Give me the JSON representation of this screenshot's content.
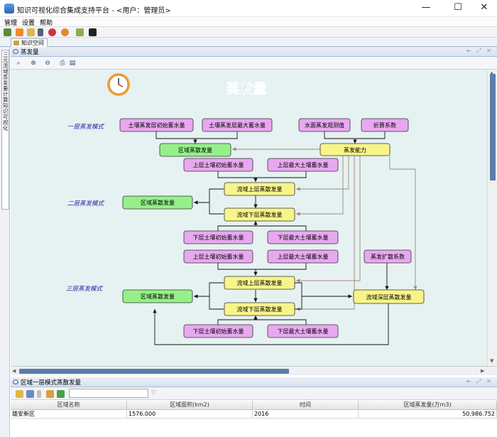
{
  "window": {
    "title": "知识可视化综合集成支持平台 - <用户：管理员>",
    "controls": {
      "minimize": "—",
      "maximize": "☐",
      "close": "✕"
    }
  },
  "menu": {
    "items": [
      "管理",
      "设置",
      "帮助"
    ]
  },
  "tabs": {
    "main": "知识空间"
  },
  "left_panel": {
    "label": "三元流域蒸发量计算知识可视化"
  },
  "diagram_panel": {
    "title": "蒸发量"
  },
  "diagram": {
    "title": "蒸发量",
    "modes": {
      "one": "一层蒸发模式",
      "two": "二层蒸发模式",
      "three": "三层蒸发模式"
    },
    "nodes": {
      "r1_soil_init": "土壤蒸发层初始蓄水量",
      "r1_soil_max": "土壤蒸发层最大蓄水量",
      "r1_obs": "水面蒸发观测值",
      "r1_coef": "折算系数",
      "r1_region": "区域蒸散发量",
      "r1_capacity": "蒸发能力",
      "r2_upper_init": "上层土壤初始蓄水量",
      "r2_upper_max": "上层最大土壤蓄水量",
      "r2_basin_upper": "流域上层蒸散发量",
      "r2_region": "区域蒸散发量",
      "r2_basin_lower": "流域下层蒸散发量",
      "r2_lower_init": "下层土壤初始蓄水量",
      "r2_lower_max": "下层最大土壤蓄水量",
      "r3_upper_init": "上层土壤初始蓄水量",
      "r3_upper_max": "上层最大土壤蓄水量",
      "r3_diffusion": "蒸发扩散系数",
      "r3_basin_upper": "流域上层蒸散发量",
      "r3_region": "区域蒸散发量",
      "r3_basin_deep": "流域深层蒸散发量",
      "r3_basin_lower": "流域下层蒸散发量",
      "r3_lower_init": "下层土壤初始蓄水量",
      "r3_lower_max": "下层最大土壤蓄水量"
    },
    "colors": {
      "canvas": "#e6f1f1",
      "input_node": "#e8a8f0",
      "process_node": "#f8f48a",
      "output_node": "#96f08a",
      "title_text": "#2a6a9a",
      "mode_text": "#1a1aa0",
      "arrow": "#111111",
      "feedback_arrow": "#a08a78"
    }
  },
  "bottom_panel": {
    "title": "区域一层模式蒸散发量",
    "filter_value": "",
    "columns": [
      "区域名称",
      "区域面积(km2)",
      "时间",
      "区域蒸发量(万m3)"
    ],
    "rows": [
      [
        "雄安新区",
        "1576.000",
        "2016",
        "50,986.752"
      ]
    ]
  }
}
